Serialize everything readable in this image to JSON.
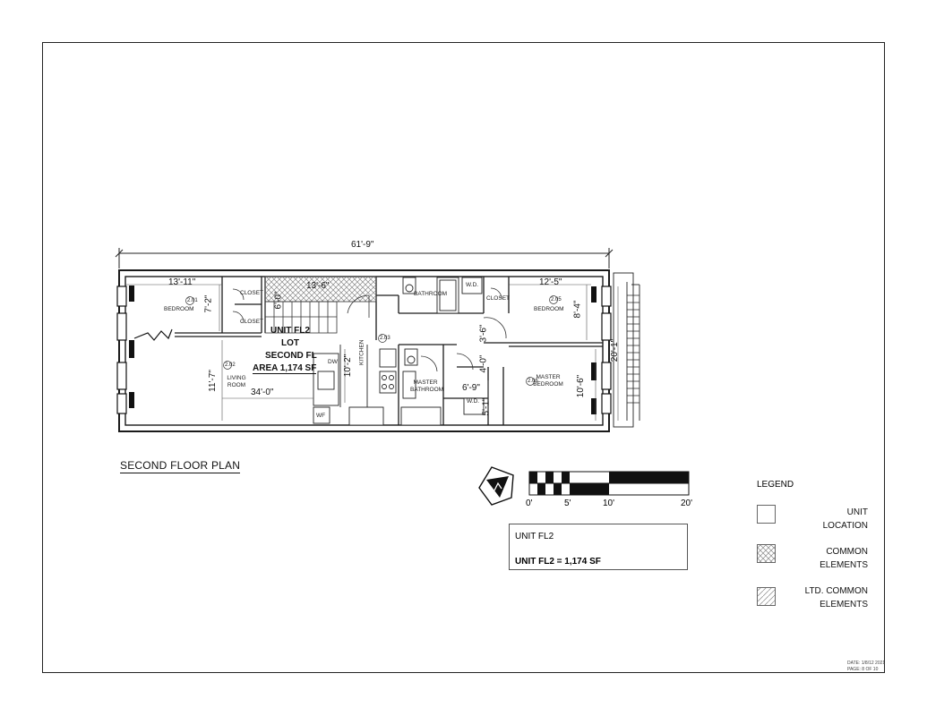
{
  "sheet": {
    "title": "SECOND FLOOR PLAN",
    "stamp_date": "DATE: 1/8/12 2021",
    "stamp_page": "PAGE: 8 OF 10"
  },
  "plan": {
    "overall_dim": "61'-9\"",
    "dims": {
      "bedroom_width": "13'-11\"",
      "bedroom_depth": "7'-2\"",
      "stair_width": "13'-6\"",
      "stair_depth": "6'-0\"",
      "bedroom2_width": "12'-5\"",
      "bedroom2_depth": "8'-4\"",
      "living_depth": "11'-7\"",
      "living_width": "34'-0\"",
      "kitchen_dim": "10'-2\"",
      "hall_dim": "3'-6\"",
      "hall_dim2": "4'-0\"",
      "master_bath_dim": "6'-9\"",
      "wd_dim": "5'-1\"",
      "master_bed_dim": "10'-6\"",
      "rear_dim": "20'-1\""
    },
    "rooms": {
      "bedroom": "BEDROOM",
      "bedroom_tag": "2.01",
      "closet1": "CLOSET",
      "closet2": "CLOSET",
      "closet3": "CLOSET",
      "bathroom": "BATHROOM",
      "wd1": "W.D.",
      "bedroom2": "BEDROOM",
      "bedroom2_tag": "2.05",
      "living": "LIVING ROOM",
      "living_tag": "2.02",
      "kitchen": "KITCHEN",
      "kitchen_tag": "2.03",
      "master_bath": "MASTER BATHROOM",
      "master_bed": "MASTER BEDROOM",
      "master_bed_tag": "2.06",
      "wd2": "W.D.",
      "dw": "DW",
      "wf": "WF"
    },
    "unit_label": {
      "line1": "UNIT FL2",
      "line2": "LOT",
      "line3": "SECOND FL",
      "line4": "AREA 1,174 SF"
    }
  },
  "scale_bar": {
    "ticks": [
      "0'",
      "5'",
      "10'",
      "20'"
    ]
  },
  "unit_box": {
    "label": "UNIT FL2",
    "area": "UNIT FL2 = 1,174 SF"
  },
  "legend": {
    "title": "LEGEND",
    "items": [
      {
        "label_line1": "UNIT",
        "label_line2": "LOCATION",
        "pattern": "blank"
      },
      {
        "label_line1": "COMMON",
        "label_line2": "ELEMENTS",
        "pattern": "crosshatch"
      },
      {
        "label_line1": "LTD. COMMON",
        "label_line2": "ELEMENTS",
        "pattern": "hatch"
      }
    ]
  },
  "colors": {
    "line": "#1a1a1a",
    "wall_fill": "#ffffff",
    "hatch": "#777777"
  }
}
